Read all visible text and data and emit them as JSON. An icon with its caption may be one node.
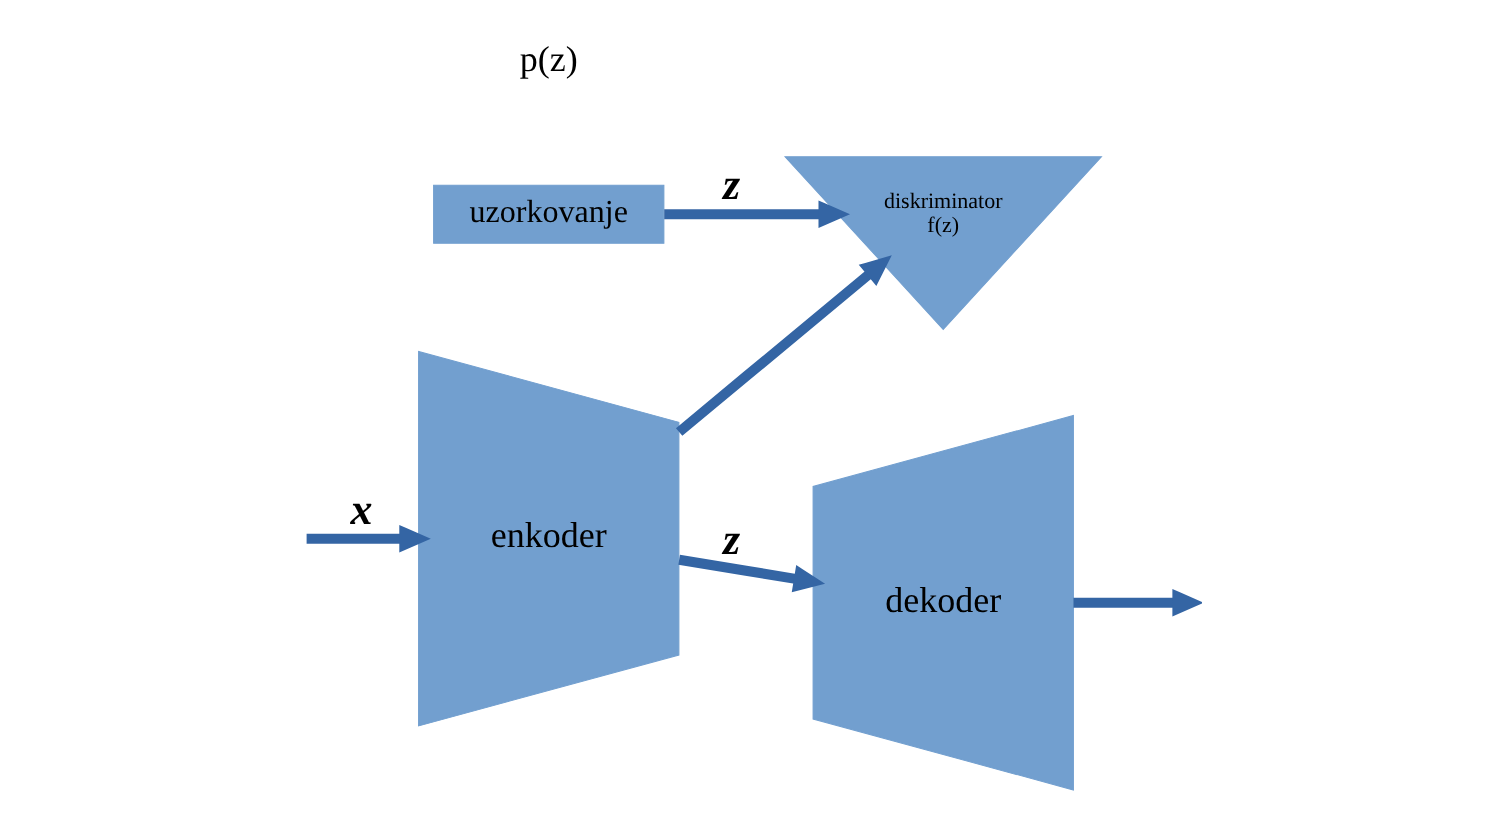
{
  "diagram": {
    "nodes": [
      {
        "text": [
          "enkoder"
        ]
      },
      {
        "text": [
          "dekoder"
        ]
      },
      {
        "text": [
          "diskriminator",
          "f(z)"
        ]
      },
      {
        "text": [
          "uzorkovanje"
        ],
        "beside": [
          "p(z)"
        ]
      }
    ],
    "edges": [
      {
        "from": null,
        "to": 0,
        "arrow": "to",
        "label": "x"
      },
      {
        "from": 0,
        "to": 1,
        "arrow": "to",
        "label": "z"
      },
      {
        "from": 0,
        "to": 2,
        "arrow": "to"
      },
      {
        "from": 1,
        "to": null,
        "arrow": "to"
      },
      {
        "from": 3,
        "to": 2,
        "arrow": "to",
        "label": "z"
      }
    ]
  }
}
